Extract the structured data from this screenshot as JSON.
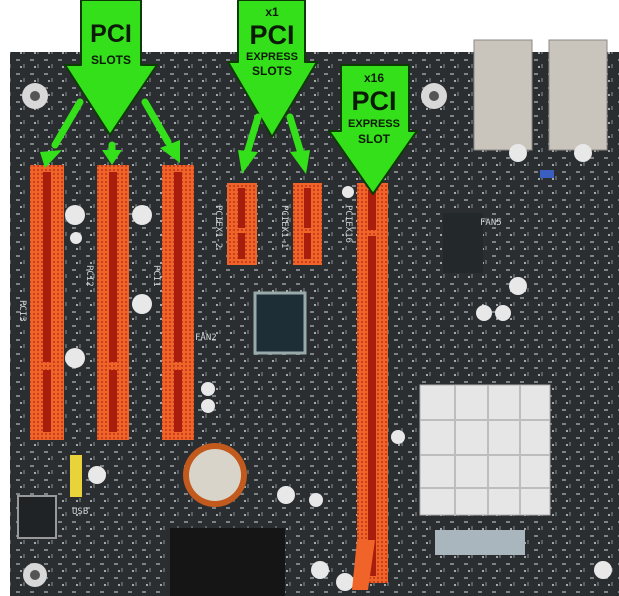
{
  "colors": {
    "board": "#2b2e31",
    "slot": "#f0642a",
    "slot_inner": "#a81d0c",
    "arrow": "#33e019",
    "arrow_edge": "#0e3a06"
  },
  "callouts": {
    "pci": {
      "line1": "PCI",
      "line2": "SLOTS"
    },
    "pcie_x1": {
      "line0": "x1",
      "line1": "PCI",
      "line2": "EXPRESS",
      "line3": "SLOTS"
    },
    "pcie_x16": {
      "line0": "x16",
      "line1": "PCI",
      "line2": "EXPRESS",
      "line3": "SLOT"
    }
  },
  "silkscreen": {
    "pci3": "PCI3",
    "pci2": "PCI2",
    "pci1": "PCI1",
    "pciex1_2": "PCIEX1-2",
    "pciex1_1": "PCIEX1-1",
    "pciex16": "PCIEX16",
    "fan2": "FAN2",
    "fan5": "FAN5",
    "usb": "USB"
  }
}
